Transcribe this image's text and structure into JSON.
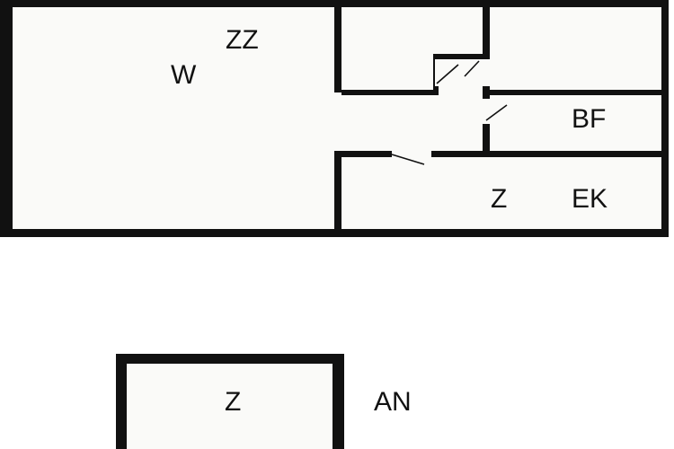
{
  "floorplan": {
    "rooms": {
      "living": "W",
      "living_extra": "ZZ",
      "bathroom": "BF",
      "lower_room": "Z",
      "lower_room_extra": "EK"
    },
    "annex": {
      "room": "Z",
      "label": "AN"
    }
  },
  "colors": {
    "wall": "#111111",
    "floor": "#fafaf8",
    "background": "#ffffff"
  }
}
